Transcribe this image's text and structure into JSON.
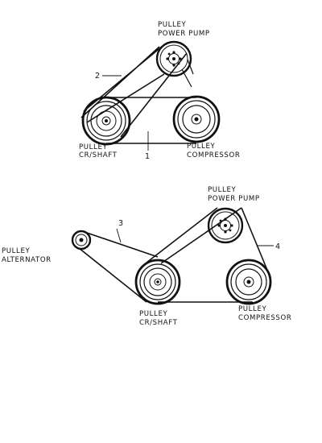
{
  "diagram_top": {
    "power_pump_label_1": "PULLEY",
    "power_pump_label_2": "POWER PUMP",
    "crankshaft_label_1": "PULLEY",
    "crankshaft_label_2": "CR/SHAFT",
    "compressor_label_1": "PULLEY",
    "compressor_label_2": "COMPRESSOR",
    "belt_1_number": "1",
    "belt_2_number": "2"
  },
  "diagram_bottom": {
    "power_pump_label_1": "PULLEY",
    "power_pump_label_2": "POWER PUMP",
    "alternator_label_1": "PULLEY",
    "alternator_label_2": "ALTERNATOR",
    "crankshaft_label_1": "PULLEY",
    "crankshaft_label_2": "CR/SHAFT",
    "compressor_label_1": "PULLEY",
    "compressor_label_2": "COMPRESSOR",
    "belt_3_number": "3",
    "belt_4_number": "4"
  }
}
